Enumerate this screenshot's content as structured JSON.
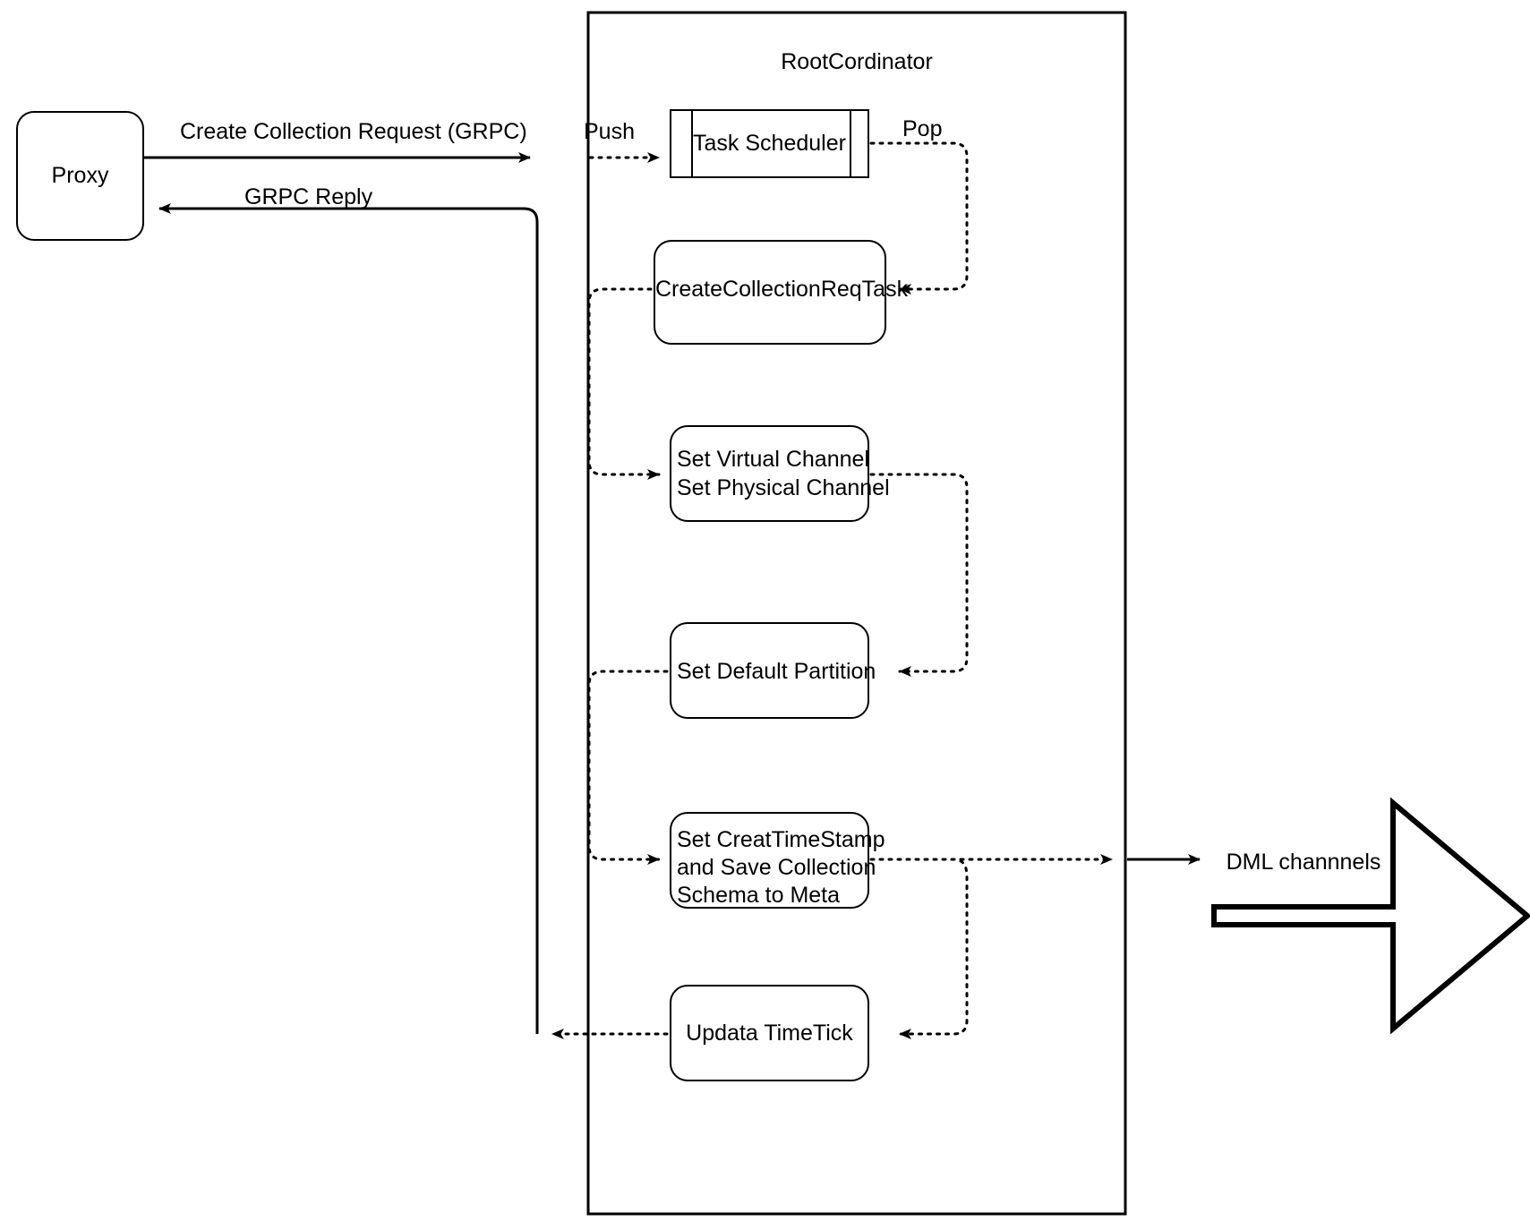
{
  "diagram": {
    "container": {
      "title": "RootCordinator"
    },
    "nodes": {
      "proxy": "Proxy",
      "task_scheduler": "Task Scheduler",
      "create_collection_req_task": "CreateCollectionReqTask",
      "set_channels_line1": "Set Virtual Channel",
      "set_channels_line2": "Set Physical Channel",
      "set_default_partition": "Set Default Partition",
      "set_timestamp_line1": "Set CreatTimeStamp",
      "set_timestamp_line2": "and Save Collection",
      "set_timestamp_line3": "Schema to Meta",
      "update_timetick": "Updata TimeTick",
      "dml_channels": "DML channnels"
    },
    "edge_labels": {
      "create_collection_request": "Create Collection Request (GRPC)",
      "grpc_reply": "GRPC Reply",
      "push": "Push",
      "pop": "Pop"
    },
    "colors": {
      "stroke": "#000000",
      "fill": "#ffffff"
    }
  }
}
